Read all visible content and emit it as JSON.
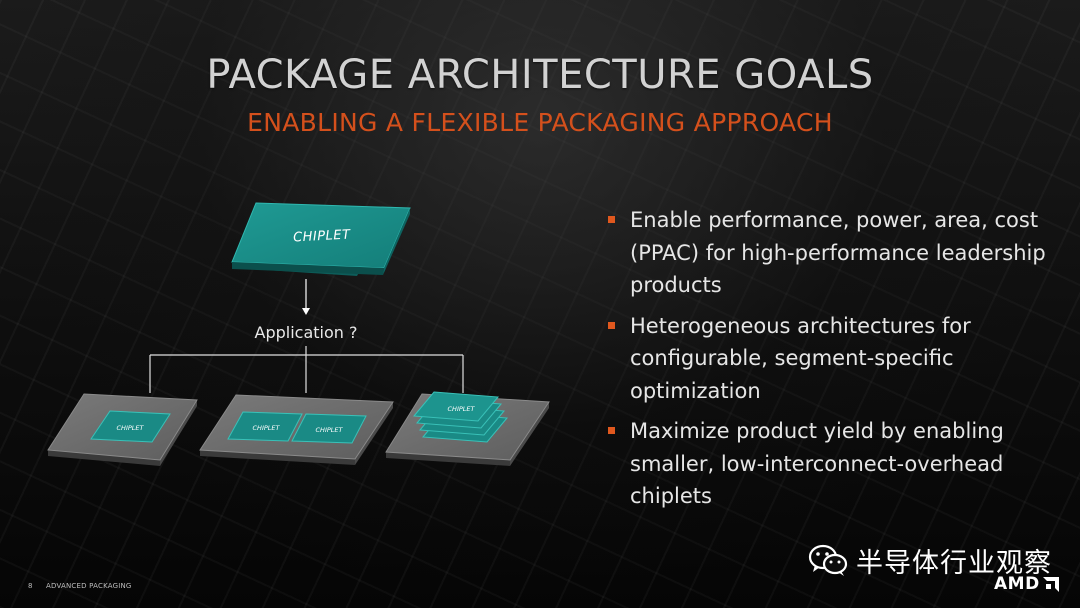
{
  "slide": {
    "title": "PACKAGE ARCHITECTURE GOALS",
    "subtitle": "ENABLING A FLEXIBLE PACKAGING APPROACH",
    "accent_color": "#d4501c",
    "diagram": {
      "top_chiplet_label": "CHIPLET",
      "application_label": "Application ?",
      "package_chiplet_label": "CHIPLET",
      "packages": [
        "single-chiplet",
        "dual-chiplet",
        "stacked-chiplets"
      ]
    },
    "bullets": [
      "Enable performance, power, area, cost (PPAC) for high-performance leadership products",
      "Heterogeneous architectures for configurable, segment-specific optimization",
      "Maximize product yield by enabling smaller, low-interconnect-overhead chiplets"
    ],
    "footer": {
      "page_number": "8",
      "section_label": "ADVANCED PACKAGING"
    },
    "watermark": {
      "icon": "wechat-icon",
      "text": "半导体行业观察"
    },
    "logo": {
      "text": "AMD"
    }
  }
}
